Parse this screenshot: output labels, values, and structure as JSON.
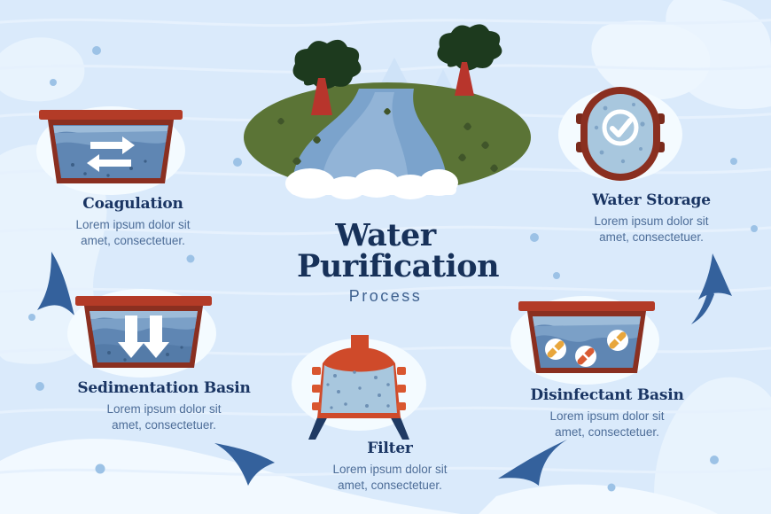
{
  "heading": {
    "line1": "Water",
    "line2": "Purification",
    "line3": "Process"
  },
  "palette": {
    "background": "#daeafb",
    "background_wave": "#e6f1fd",
    "blob_white": "#f4fbff",
    "heading_navy": "#173159",
    "title_navy": "#1a3563",
    "body_blue": "#4d6d98",
    "dot_blue": "#9cc2e6",
    "tank_rim": "#b33b27",
    "tank_wall": "#8a2f20",
    "tank_wall_dark": "#7a2a1c",
    "water_deep": "#5f86b3",
    "water_mid": "#7ba0c7",
    "water_light": "#9dbcd9",
    "filter_body": "#cf4a2a",
    "filter_water": "#a8c7de",
    "leg_navy": "#1f3a63",
    "arrow_blue": "#34619c",
    "grass_green": "#5b7436",
    "tree_green": "#1d3a1e",
    "trunk_red": "#b8352c",
    "river_blue": "#7ba3cc",
    "river_blue_light": "#92b4d7",
    "mountain": "#cfe3f8",
    "cloud_white": "#ffffff",
    "germ_orange": "#e8a63c",
    "germ_red": "#d95b33"
  },
  "steps": [
    {
      "id": "coagulation",
      "title": "Coagulation",
      "description": "Lorem ipsum dolor sit\namet, consectetuer.",
      "icon": "coagulation-tank-icon",
      "icon_detail": "two white circulating arrows in a blue water tank"
    },
    {
      "id": "sedimentation-basin",
      "title": "Sedimentation Basin",
      "description": "Lorem ipsum dolor sit\namet, consectetuer.",
      "icon": "sedimentation-tank-icon",
      "icon_detail": "two white downward arrows in a blue water tank"
    },
    {
      "id": "filter",
      "title": "Filter",
      "description": "Lorem ipsum dolor sit\namet, consectetuer.",
      "icon": "filter-vessel-icon",
      "icon_detail": "red filter vessel with speckled light blue media on navy legs"
    },
    {
      "id": "disinfectant-basin",
      "title": "Disinfectant Basin",
      "description": "Lorem ipsum dolor sit\namet, consectetuer.",
      "icon": "disinfectant-tank-icon",
      "icon_detail": "three crossed-out bacteria badges floating in a blue water tank"
    },
    {
      "id": "water-storage",
      "title": "Water Storage",
      "description": "Lorem ipsum dolor sit\namet, consectetuer.",
      "icon": "water-storage-tank-icon",
      "icon_detail": "capsule tank with white check mark badge"
    }
  ],
  "arrows": [
    {
      "id": "arrow-coagulation-to-sedimentation",
      "direction": "down-right"
    },
    {
      "id": "arrow-sedimentation-to-filter",
      "direction": "right"
    },
    {
      "id": "arrow-filter-to-disinfectant",
      "direction": "up-right"
    },
    {
      "id": "arrow-disinfectant-to-storage",
      "direction": "up"
    }
  ],
  "illustration": {
    "id": "river-landscape-illustration",
    "description": "green island with winding river, two trees and clouds"
  }
}
